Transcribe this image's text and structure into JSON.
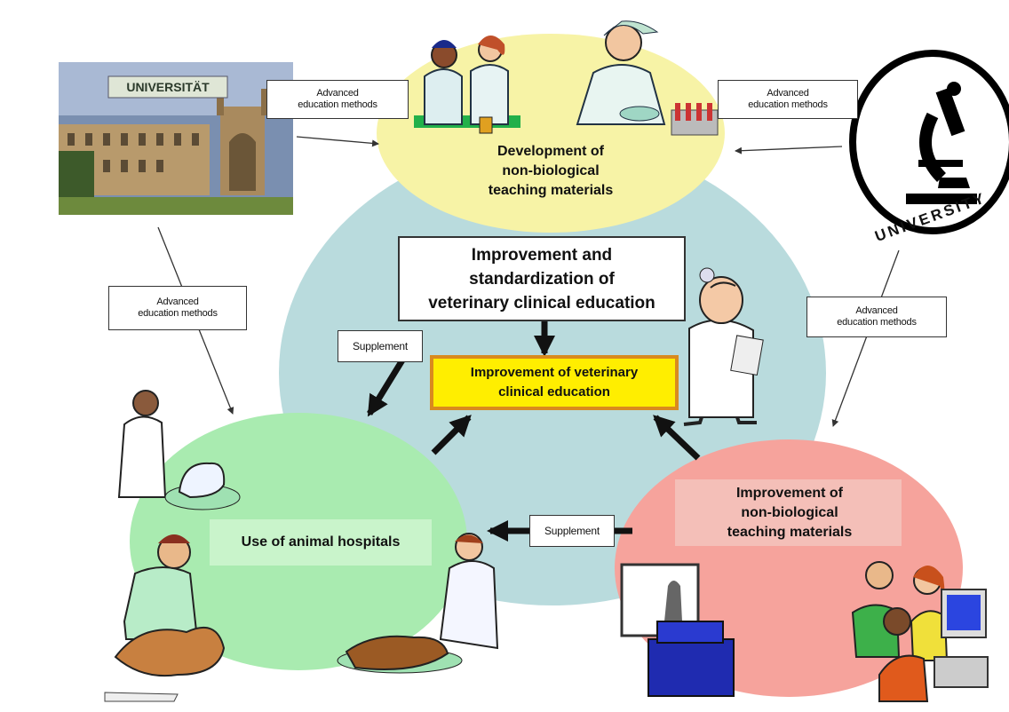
{
  "labels": {
    "univ_sign": "UNIVERSITÄT",
    "adv_top_left": "Advanced\neducation methods",
    "adv_top_right": "Advanced\neducation methods",
    "adv_left": "Advanced\neducation methods",
    "adv_right": "Advanced\neducation methods",
    "top_circle": "Development of\nnon-biological\nteaching materials",
    "standardization": "Improvement and\nstandardization of\nveterinary clinical education",
    "supplement_left": "Supplement",
    "center": "Improvement of veterinary\nclinical education",
    "supplement_bottom": "Supplement",
    "left_circle": "Use of animal hospitals",
    "right_circle": "Improvement of\nnon-biological\nteaching materials",
    "university_logo": "UNIVERSITY"
  },
  "colors": {
    "big_circle": "#b9dbdd",
    "top_circle": "#f7f3a6",
    "left_circle": "#a9ebb0",
    "right_circle": "#f6a39c",
    "center_box": "#ffee00",
    "center_border": "#d98a1e"
  }
}
